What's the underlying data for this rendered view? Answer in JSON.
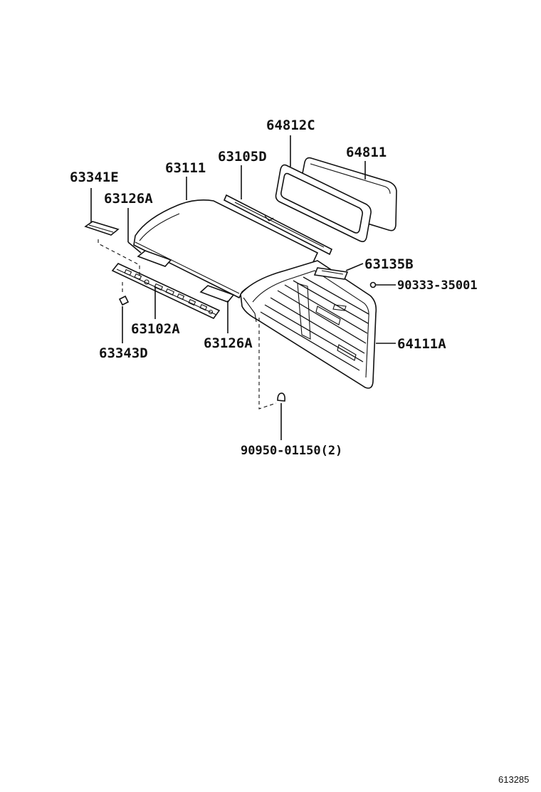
{
  "parts": [
    {
      "id": "p64812C",
      "number": "64812C"
    },
    {
      "id": "p64811",
      "number": "64811"
    },
    {
      "id": "p63105D",
      "number": "63105D"
    },
    {
      "id": "p63111",
      "number": "63111"
    },
    {
      "id": "p63341E",
      "number": "63341E"
    },
    {
      "id": "p63126A_top",
      "number": "63126A"
    },
    {
      "id": "p63135B",
      "number": "63135B"
    },
    {
      "id": "p90333",
      "number": "90333-35001"
    },
    {
      "id": "p64111A",
      "number": "64111A"
    },
    {
      "id": "p63102A",
      "number": "63102A"
    },
    {
      "id": "p63343D",
      "number": "63343D"
    },
    {
      "id": "p63126A_bottom",
      "number": "63126A"
    },
    {
      "id": "p90950",
      "number": "90950-01150(2)"
    }
  ],
  "figure_number": "613285"
}
